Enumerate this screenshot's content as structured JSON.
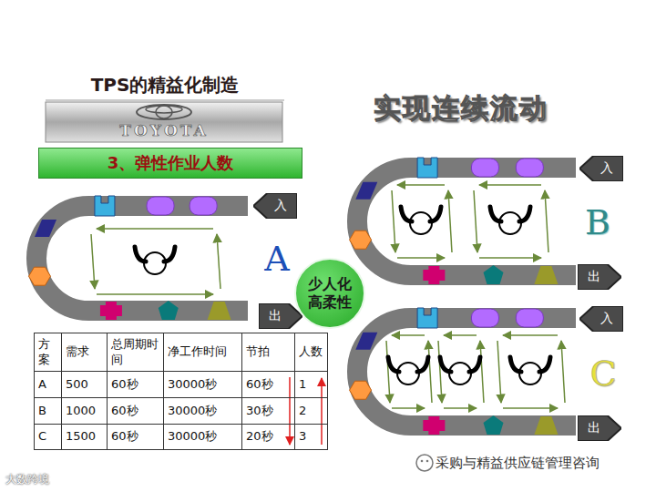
{
  "diagram": {
    "title": "TPS的精益化制造",
    "nodes": [
      {
        "text": [
          "3、弹性作业人数"
        ]
      },
      {
        "text": [
          "入"
        ]
      },
      {
        "text": [
          "出"
        ]
      },
      {
        "text": [
          "少人化 高柔性"
        ]
      },
      {
        "text": [
          "入"
        ]
      },
      {
        "text": [
          "出"
        ]
      },
      {
        "text": [
          "入"
        ]
      },
      {
        "text": [
          "出"
        ]
      }
    ],
    "labels": [
      "TOYOTA",
      "实现连续流动",
      "A",
      "B",
      "C",
      "方案",
      "需求",
      "总周期时间",
      "净工作时间",
      "节拍",
      "人数",
      "A",
      "500",
      "60秒",
      "30000秒",
      "60秒",
      "1",
      "B",
      "1000",
      "60秒",
      "30000秒",
      "30秒",
      "2",
      "C",
      "1500",
      "60秒",
      "30000秒",
      "20秒",
      "3",
      "采购与精益供应链管理咨询",
      "大数跨境"
    ]
  }
}
